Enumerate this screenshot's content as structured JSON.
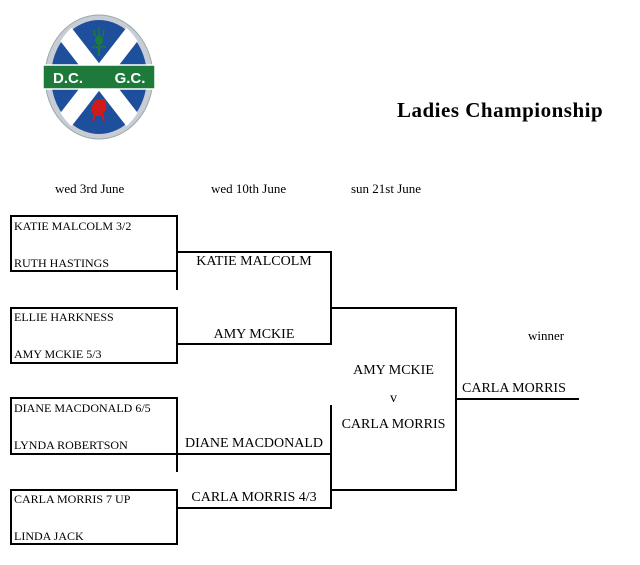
{
  "logo": {
    "initials": [
      "D.C.",
      "G.C."
    ]
  },
  "title": "Ladies  Championship",
  "dates": {
    "round1": "wed 3rd June",
    "round2": "wed 10th June",
    "final": "sun 21st  June"
  },
  "round1": [
    "KATIE MALCOLM 3/2",
    "RUTH HASTINGS",
    "ELLIE HARKNESS",
    "AMY MCKIE 5/3",
    "DIANE MACDONALD 6/5",
    "LYNDA ROBERTSON",
    "CARLA MORRIS 7 UP",
    "LINDA JACK"
  ],
  "round2": [
    "KATIE MALCOLM",
    "AMY MCKIE",
    "DIANE MACDONALD",
    "CARLA MORRIS 4/3"
  ],
  "final": {
    "player1": "AMY MCKIE",
    "vs": "v",
    "player2": "CARLA MORRIS"
  },
  "winner_label": "winner",
  "winner": "CARLA MORRIS",
  "colors": {
    "logo_blue": "#1d4f9c",
    "logo_green": "#1e7a3a",
    "logo_red": "#d11a1a"
  }
}
